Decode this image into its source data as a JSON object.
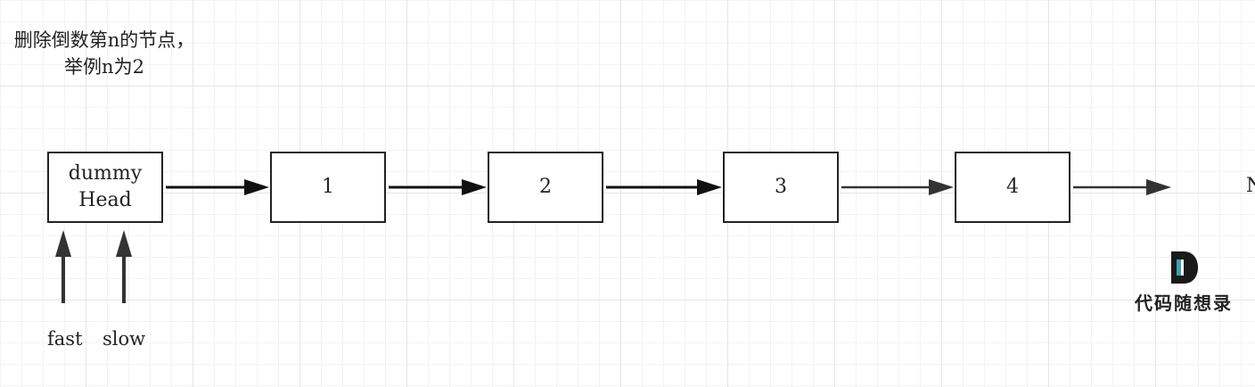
{
  "title": "删除倒数第n的节点，举例n为2",
  "nodes": [
    {
      "id": "dummy",
      "label": "dummy\nHead"
    },
    {
      "id": "n1",
      "label": "1"
    },
    {
      "id": "n2",
      "label": "2"
    },
    {
      "id": "n3",
      "label": "3"
    },
    {
      "id": "n4",
      "label": "4"
    }
  ],
  "null_label": "N",
  "pointers": {
    "fast": "fast",
    "slow": "slow"
  },
  "logo": {
    "text": "代码随想录",
    "accent": "#3aa3b8"
  },
  "colors": {
    "stroke": "#222222",
    "grid": "#e6e6e6"
  }
}
